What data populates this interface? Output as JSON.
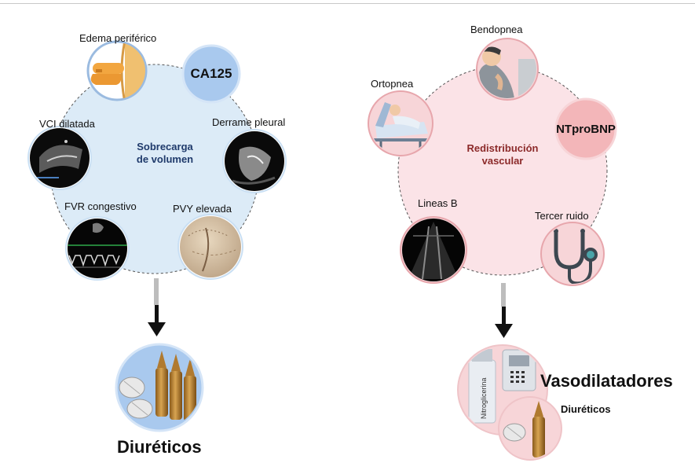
{
  "left_panel": {
    "center_title_line1": "Sobrecarga",
    "center_title_line2": "de volumen",
    "items": [
      {
        "label": "Edema periférico",
        "icon": "finger-pressing-skin-icon"
      },
      {
        "label": "CA125",
        "icon": "biomarker-badge"
      },
      {
        "label": "VCI dilatada",
        "icon": "ultrasound-ivc-image"
      },
      {
        "label": "Derrame pleural",
        "icon": "ultrasound-pleural-image"
      },
      {
        "label": "FVR congestivo",
        "icon": "doppler-waveform-image"
      },
      {
        "label": "PVY elevada",
        "icon": "jugular-vein-photo"
      }
    ],
    "therapy": "Diuréticos"
  },
  "right_panel": {
    "center_title_line1": "Redistribución",
    "center_title_line2": "vascular",
    "items": [
      {
        "label": "Bendopnea",
        "icon": "person-bending-icon"
      },
      {
        "label": "Ortopnea",
        "icon": "hospital-bed-icon"
      },
      {
        "label": "NTproBNP",
        "icon": "biomarker-badge"
      },
      {
        "label": "Lineas B",
        "icon": "lung-ultrasound-image"
      },
      {
        "label": "Tercer ruido",
        "icon": "stethoscope-icon"
      }
    ],
    "therapy_main": "Vasodilatadores",
    "therapy_sub": "Diuréticos",
    "vial_label": "Nitroglicerina"
  },
  "colors": {
    "left_fill": "#dcebf7",
    "right_fill": "#fbe3e7",
    "left_title": "#1f3a6b",
    "right_title": "#8c2a2a",
    "ca125_fill": "#a9c9ee",
    "ntprobnp_fill": "#f3b6b9"
  }
}
